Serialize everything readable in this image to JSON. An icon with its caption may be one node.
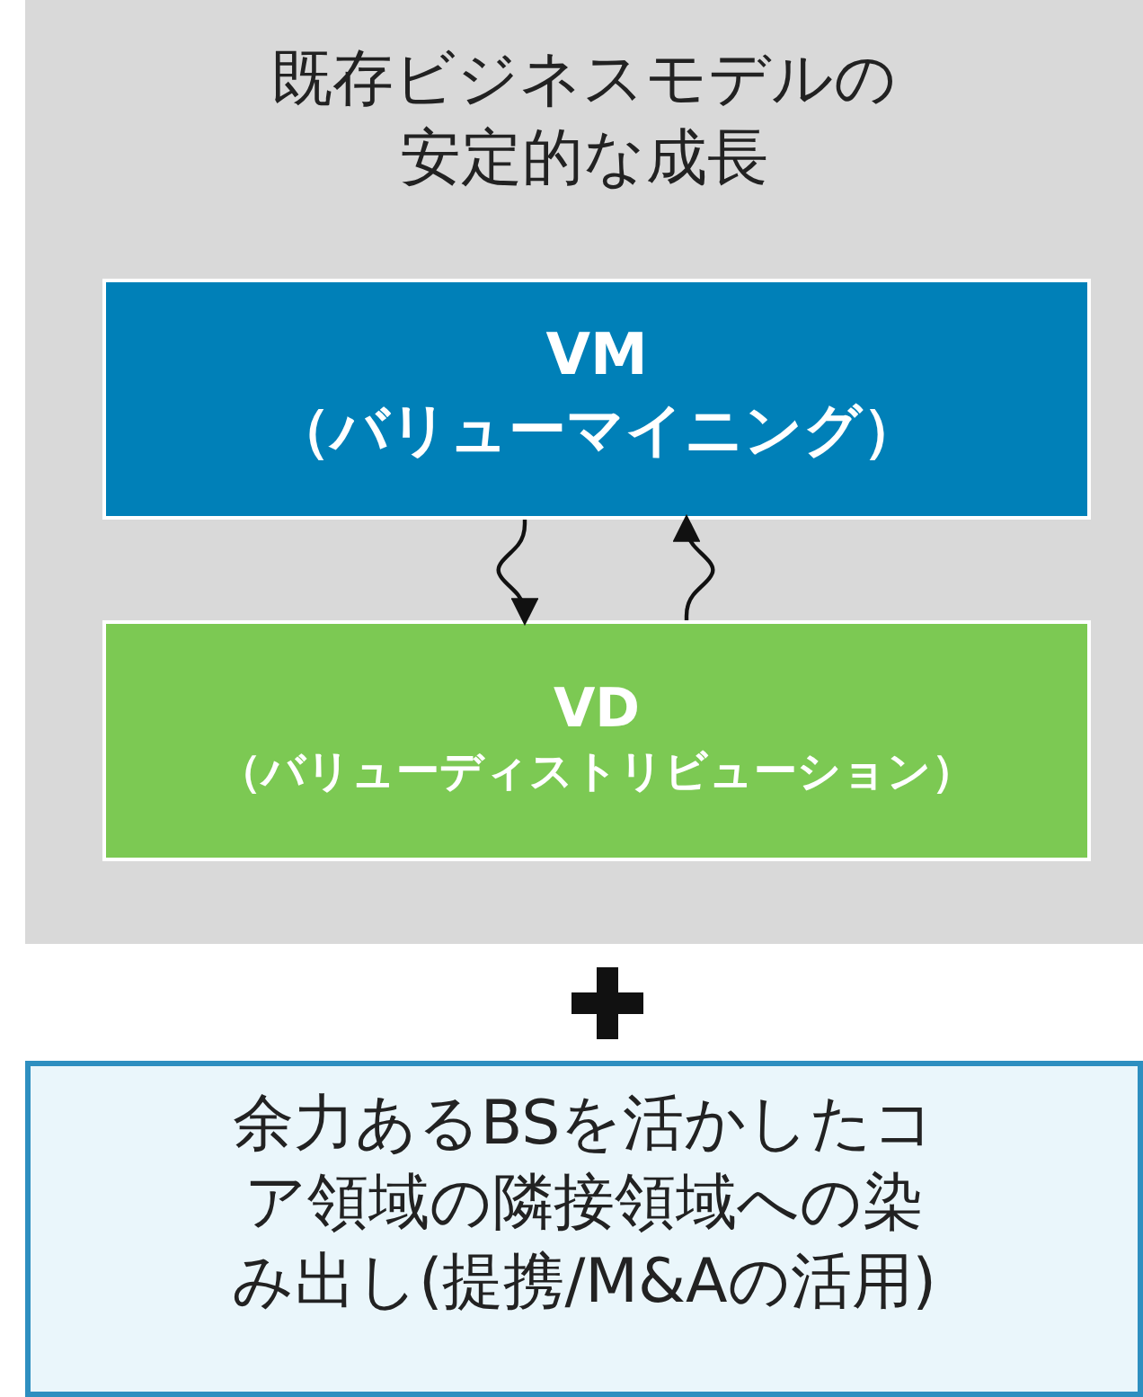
{
  "diagram": {
    "nodes": [
      {
        "text": [
          "既存ビジネスモデルの安定的な成長"
        ]
      },
      {
        "text": [
          "VM",
          "（バリューマイニング）"
        ],
        "in": 0
      },
      {
        "text": [
          "VD",
          "（バリューディストリビューション）"
        ],
        "in": 0
      },
      {
        "text": [
          "余力あるBSを活かしたコア領域の隣接領域への染み出し(提携/M&Aの活用)"
        ]
      }
    ],
    "edges": [
      {
        "from": 1,
        "to": 2,
        "arrow": "to"
      },
      {
        "from": 2,
        "to": 1,
        "arrow": "to"
      }
    ]
  }
}
